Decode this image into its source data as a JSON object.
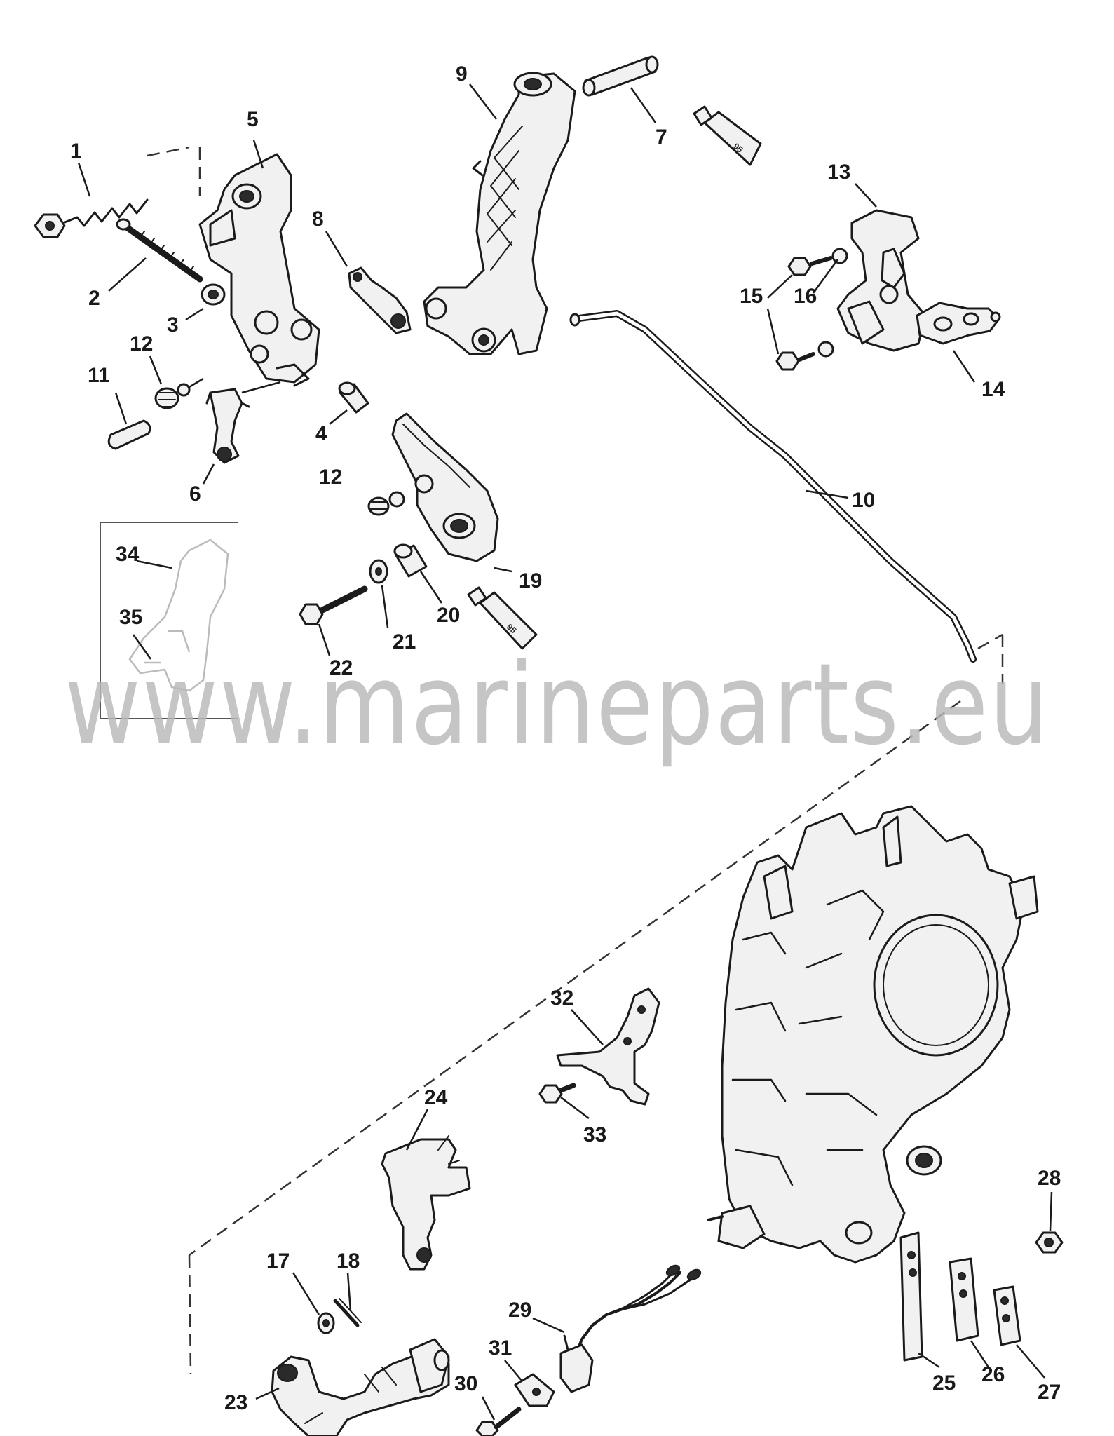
{
  "watermark": "www.marineparts.eu",
  "callouts": [
    {
      "id": "c1",
      "label": "1"
    },
    {
      "id": "c2",
      "label": "2"
    },
    {
      "id": "c3",
      "label": "3"
    },
    {
      "id": "c4",
      "label": "4"
    },
    {
      "id": "c5",
      "label": "5"
    },
    {
      "id": "c6",
      "label": "6"
    },
    {
      "id": "c7",
      "label": "7"
    },
    {
      "id": "c8",
      "label": "8"
    },
    {
      "id": "c9",
      "label": "9"
    },
    {
      "id": "c10",
      "label": "10"
    },
    {
      "id": "c11",
      "label": "11"
    },
    {
      "id": "c12a",
      "label": "12"
    },
    {
      "id": "c12b",
      "label": "12"
    },
    {
      "id": "c13",
      "label": "13"
    },
    {
      "id": "c14",
      "label": "14"
    },
    {
      "id": "c15",
      "label": "15"
    },
    {
      "id": "c16",
      "label": "16"
    },
    {
      "id": "c17",
      "label": "17"
    },
    {
      "id": "c18",
      "label": "18"
    },
    {
      "id": "c19",
      "label": "19"
    },
    {
      "id": "c20",
      "label": "20"
    },
    {
      "id": "c21",
      "label": "21"
    },
    {
      "id": "c22",
      "label": "22"
    },
    {
      "id": "c23",
      "label": "23"
    },
    {
      "id": "c24",
      "label": "24"
    },
    {
      "id": "c25",
      "label": "25"
    },
    {
      "id": "c26",
      "label": "26"
    },
    {
      "id": "c27",
      "label": "27"
    },
    {
      "id": "c28",
      "label": "28"
    },
    {
      "id": "c29",
      "label": "29"
    },
    {
      "id": "c30",
      "label": "30"
    },
    {
      "id": "c31",
      "label": "31"
    },
    {
      "id": "c32",
      "label": "32"
    },
    {
      "id": "c33",
      "label": "33"
    },
    {
      "id": "c34",
      "label": "34"
    },
    {
      "id": "c35",
      "label": "35"
    }
  ],
  "tube_labels": {
    "tube_7": "95",
    "tube_20": "95"
  }
}
